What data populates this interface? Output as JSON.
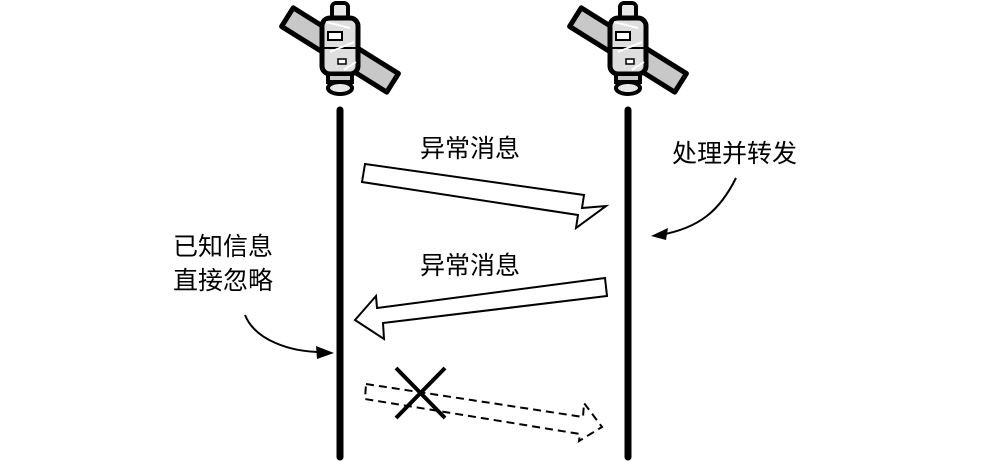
{
  "diagram": {
    "nodes": [
      {
        "id": "satellite-a",
        "icon": "satellite-icon"
      },
      {
        "id": "satellite-b",
        "icon": "satellite-icon"
      }
    ],
    "messages": [
      {
        "label": "异常消息",
        "from": "satellite-a",
        "to": "satellite-b",
        "style": "solid"
      },
      {
        "label": "异常消息",
        "from": "satellite-b",
        "to": "satellite-a",
        "style": "solid"
      },
      {
        "label": "",
        "from": "satellite-a",
        "to": "satellite-b",
        "style": "dashed",
        "blocked": true,
        "blocked_icon": "cross-icon"
      }
    ],
    "annotations": {
      "process_forward": "处理并转发",
      "known_info_line1": "已知信息",
      "known_info_line2": "直接忽略"
    },
    "colors": {
      "line": "#000000",
      "panel": "#c8c8c8",
      "body": "#e4e4e4",
      "background": "#ffffff"
    }
  }
}
